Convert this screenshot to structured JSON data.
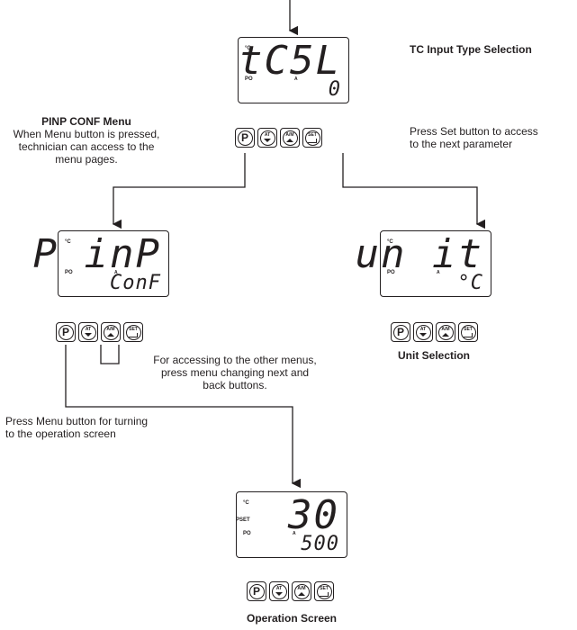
{
  "displays": {
    "tcsl": {
      "indicator_degc": "°C",
      "indicator_po": "PO",
      "indicator_a": "A",
      "main": "tC5L",
      "sub": "0"
    },
    "pinp": {
      "indicator_degc": "°C",
      "indicator_po": "PO",
      "indicator_a": "A",
      "main": "P inP",
      "sub": "ConF"
    },
    "unit": {
      "indicator_degc": "°C",
      "indicator_po": "PO",
      "indicator_a": "A",
      "main": "un it",
      "sub": "°C"
    },
    "operation": {
      "indicator_degc": "°C",
      "indicator_pset": "PSET",
      "indicator_po": "PO",
      "indicator_a": "A",
      "main": "30",
      "sub": "500"
    }
  },
  "buttons": {
    "p": "P",
    "at": "AT",
    "am": "A/M",
    "set": "SET"
  },
  "labels": {
    "tc_input_type": "TC Input Type Selection",
    "pinp_title": "PINP CONF Menu",
    "pinp_desc": [
      "When Menu button is pressed,",
      "technician can access to the",
      "menu pages."
    ],
    "press_set": [
      "Press Set button to access",
      "to the next parameter"
    ],
    "other_menus": [
      "For accessing to the other menus,",
      "press menu changing next and",
      "back buttons."
    ],
    "unit_selection": "Unit Selection",
    "press_menu": [
      "Press Menu button for turning",
      "to the operation screen"
    ],
    "operation_screen": "Operation Screen"
  },
  "colors": {
    "ink": "#231f20",
    "background": "#ffffff"
  },
  "icons": [
    "p-button-icon",
    "at-down-arrow-icon",
    "am-up-arrow-icon",
    "set-enter-icon",
    "flow-arrow-icon"
  ]
}
